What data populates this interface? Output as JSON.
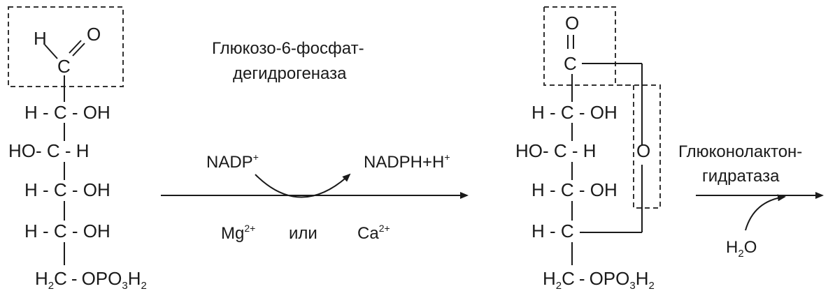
{
  "glucose": {
    "aldehyde_h": "H",
    "aldehyde_c": "C",
    "aldehyde_o": "O",
    "rows": [
      "H - C - OH",
      "HO- C - H",
      "H - C - OH",
      "H - C - OH"
    ],
    "bottom_h": "H",
    "bottom_2": "2",
    "bottom_c": "C",
    "bottom_dash": "-",
    "bottom_o": "OPO",
    "bottom_3": "3",
    "bottom_h2": "H",
    "bottom_2b": "2"
  },
  "enzyme1": {
    "line1": "Глюкозо-6-фосфат-",
    "line2": "дегидрогеназа"
  },
  "cofactor": {
    "nadp": "NADP",
    "nadp_sup": "+",
    "nadph": "NADPH+H",
    "nadph_sup": "+",
    "mg": "Mg",
    "mg_sup": "2+",
    "or": "или",
    "ca": "Ca",
    "ca_sup": "2+"
  },
  "lactone": {
    "top_o": "O",
    "dbl": "=",
    "c": "C",
    "rows": [
      "H - C - OH",
      "HO- C - H",
      "H - C - OH"
    ],
    "ring_o": "O",
    "last_row": "H - C -",
    "bottom_h": "H",
    "bottom_2": "2",
    "bottom_c": "C",
    "bottom_dash": "-",
    "bottom_o": "OPO",
    "bottom_3": "3",
    "bottom_h2": "H",
    "bottom_2b": "2"
  },
  "enzyme2": {
    "line1": "Глюконолактон-",
    "line2": "гидратаза",
    "water_h": "H",
    "water_2": "2",
    "water_o": "O"
  }
}
